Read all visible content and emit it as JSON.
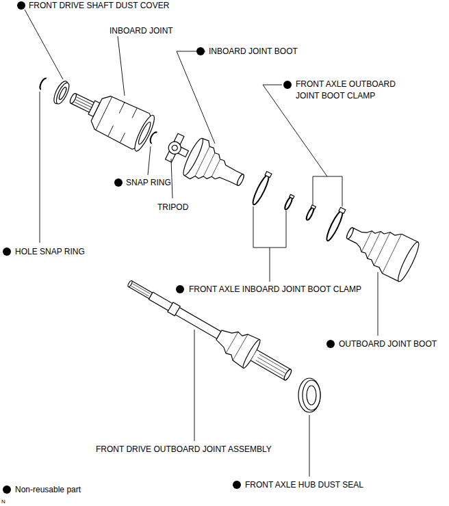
{
  "diagram": {
    "labels": [
      "FRONT DRIVE SHAFT DUST COVER",
      "INBOARD JOINT",
      "INBOARD JOINT BOOT",
      "FRONT AXLE OUTBOARD JOINT BOOT CLAMP",
      "SNAP RING",
      "TRIPOD",
      "HOLE SNAP RING",
      "FRONT AXLE INBOARD JOINT BOOT CLAMP",
      "OUTBOARD JOINT BOOT",
      "FRONT DRIVE OUTBOARD JOINT ASSEMBLY",
      "FRONT AXLE HUB DUST SEAL",
      "N"
    ],
    "legend": [
      {
        "text": "Non-reusable part"
      }
    ]
  }
}
